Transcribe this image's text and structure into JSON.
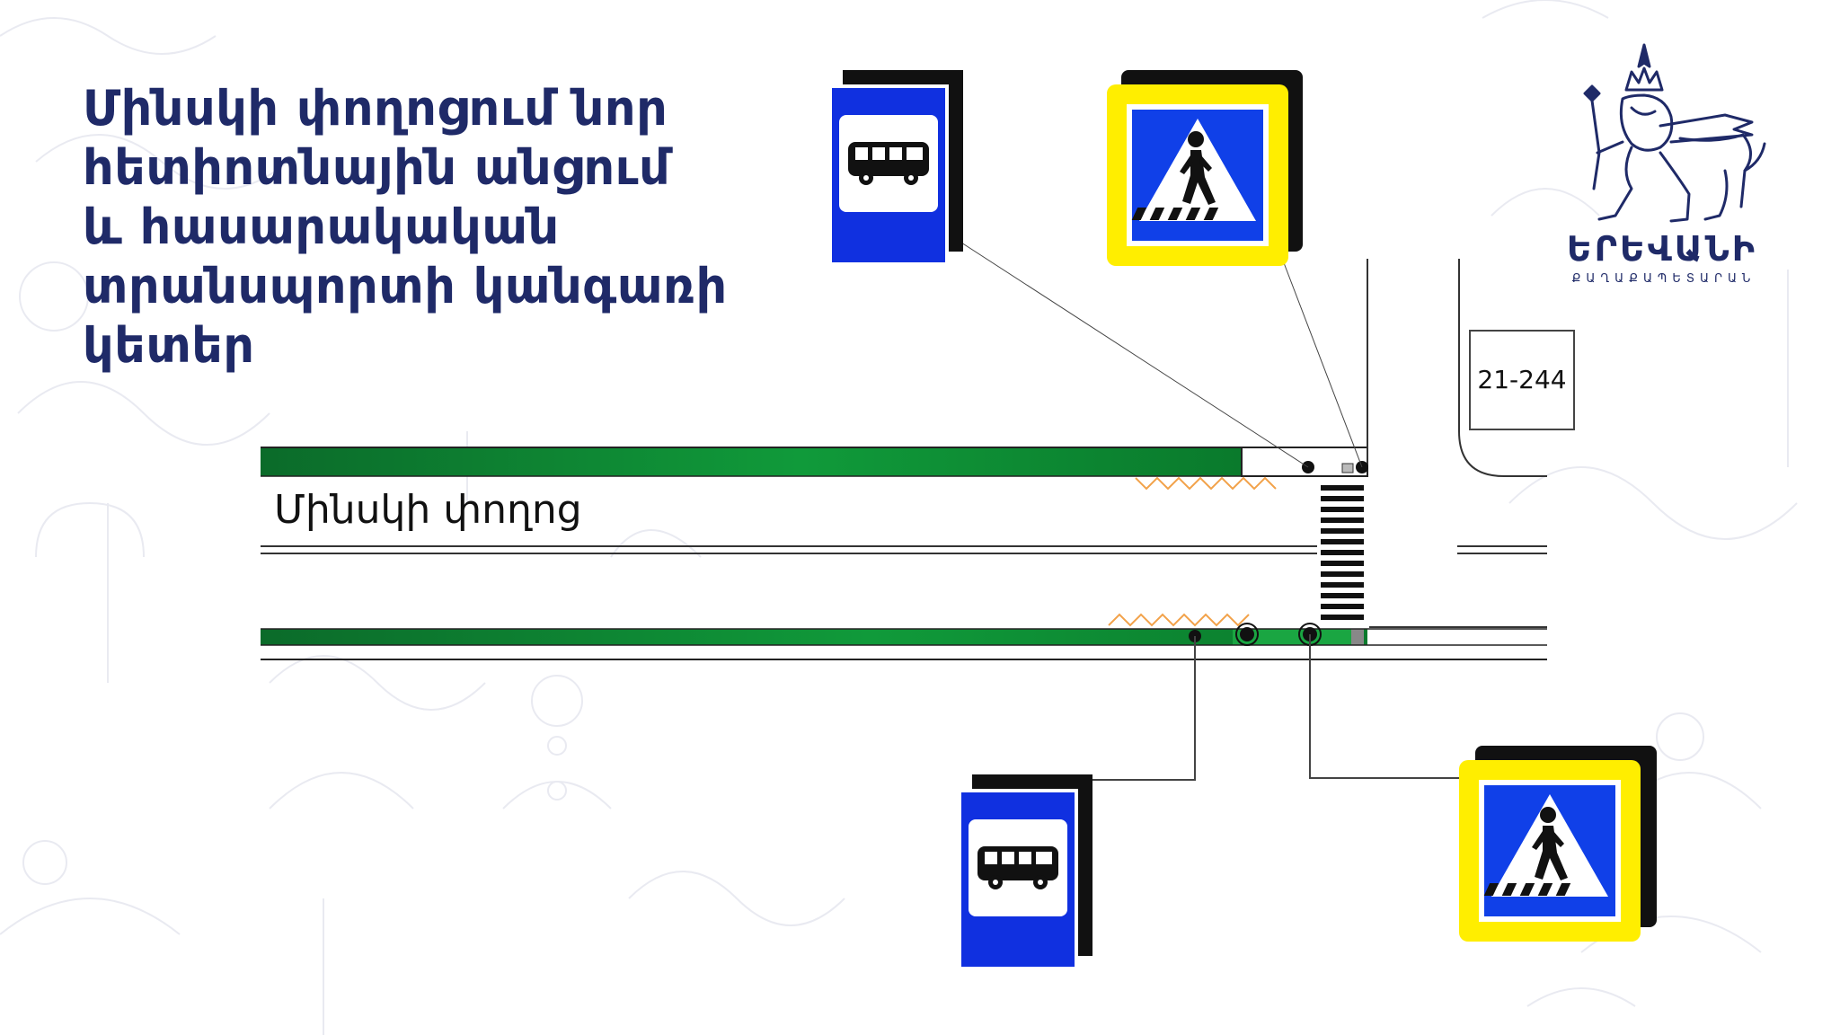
{
  "title_lines": [
    "Մինսկի փողոցում նոր",
    "հետիոտնային անցում",
    "և հասարակական",
    "տրանսպորտի կանգառի",
    "կետեր"
  ],
  "street": {
    "name": "Մինսկի փողոց"
  },
  "building": {
    "number": "21-244"
  },
  "logo": {
    "name": "ԵՐԵՎԱՆԻ",
    "subtitle": "ՔԱՂԱՔԱՊԵՏԱՐԱՆ"
  },
  "signs": {
    "bus_stop": {
      "icon": "bus-icon"
    },
    "crosswalk": {
      "icon": "pedestrian-icon"
    }
  },
  "colors": {
    "title": "#1f2a68",
    "bus_sign_blue": "#1030e0",
    "crosswalk_yellow": "#ffee00",
    "crosswalk_blue": "#1040e8",
    "sidewalk_green": "#0b8f2f",
    "bus_pad_orange": "#f2a24a"
  }
}
